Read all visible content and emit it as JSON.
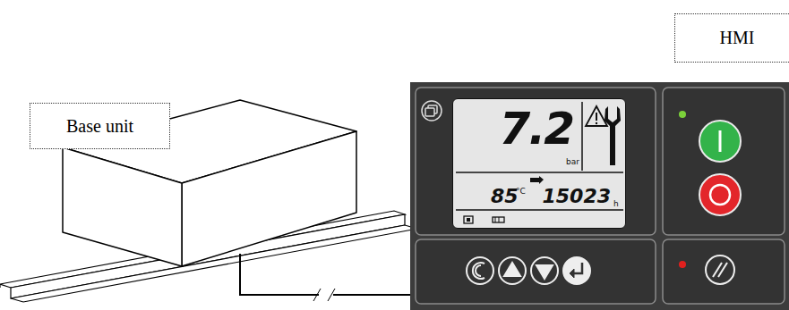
{
  "diagram": {
    "nodes": [
      {
        "text": [
          "HMI"
        ]
      },
      {
        "text": [
          "Base unit"
        ]
      },
      {
        "text": [
          "7.2",
          "bar",
          "85",
          "°C",
          "15023",
          "h"
        ]
      }
    ]
  }
}
